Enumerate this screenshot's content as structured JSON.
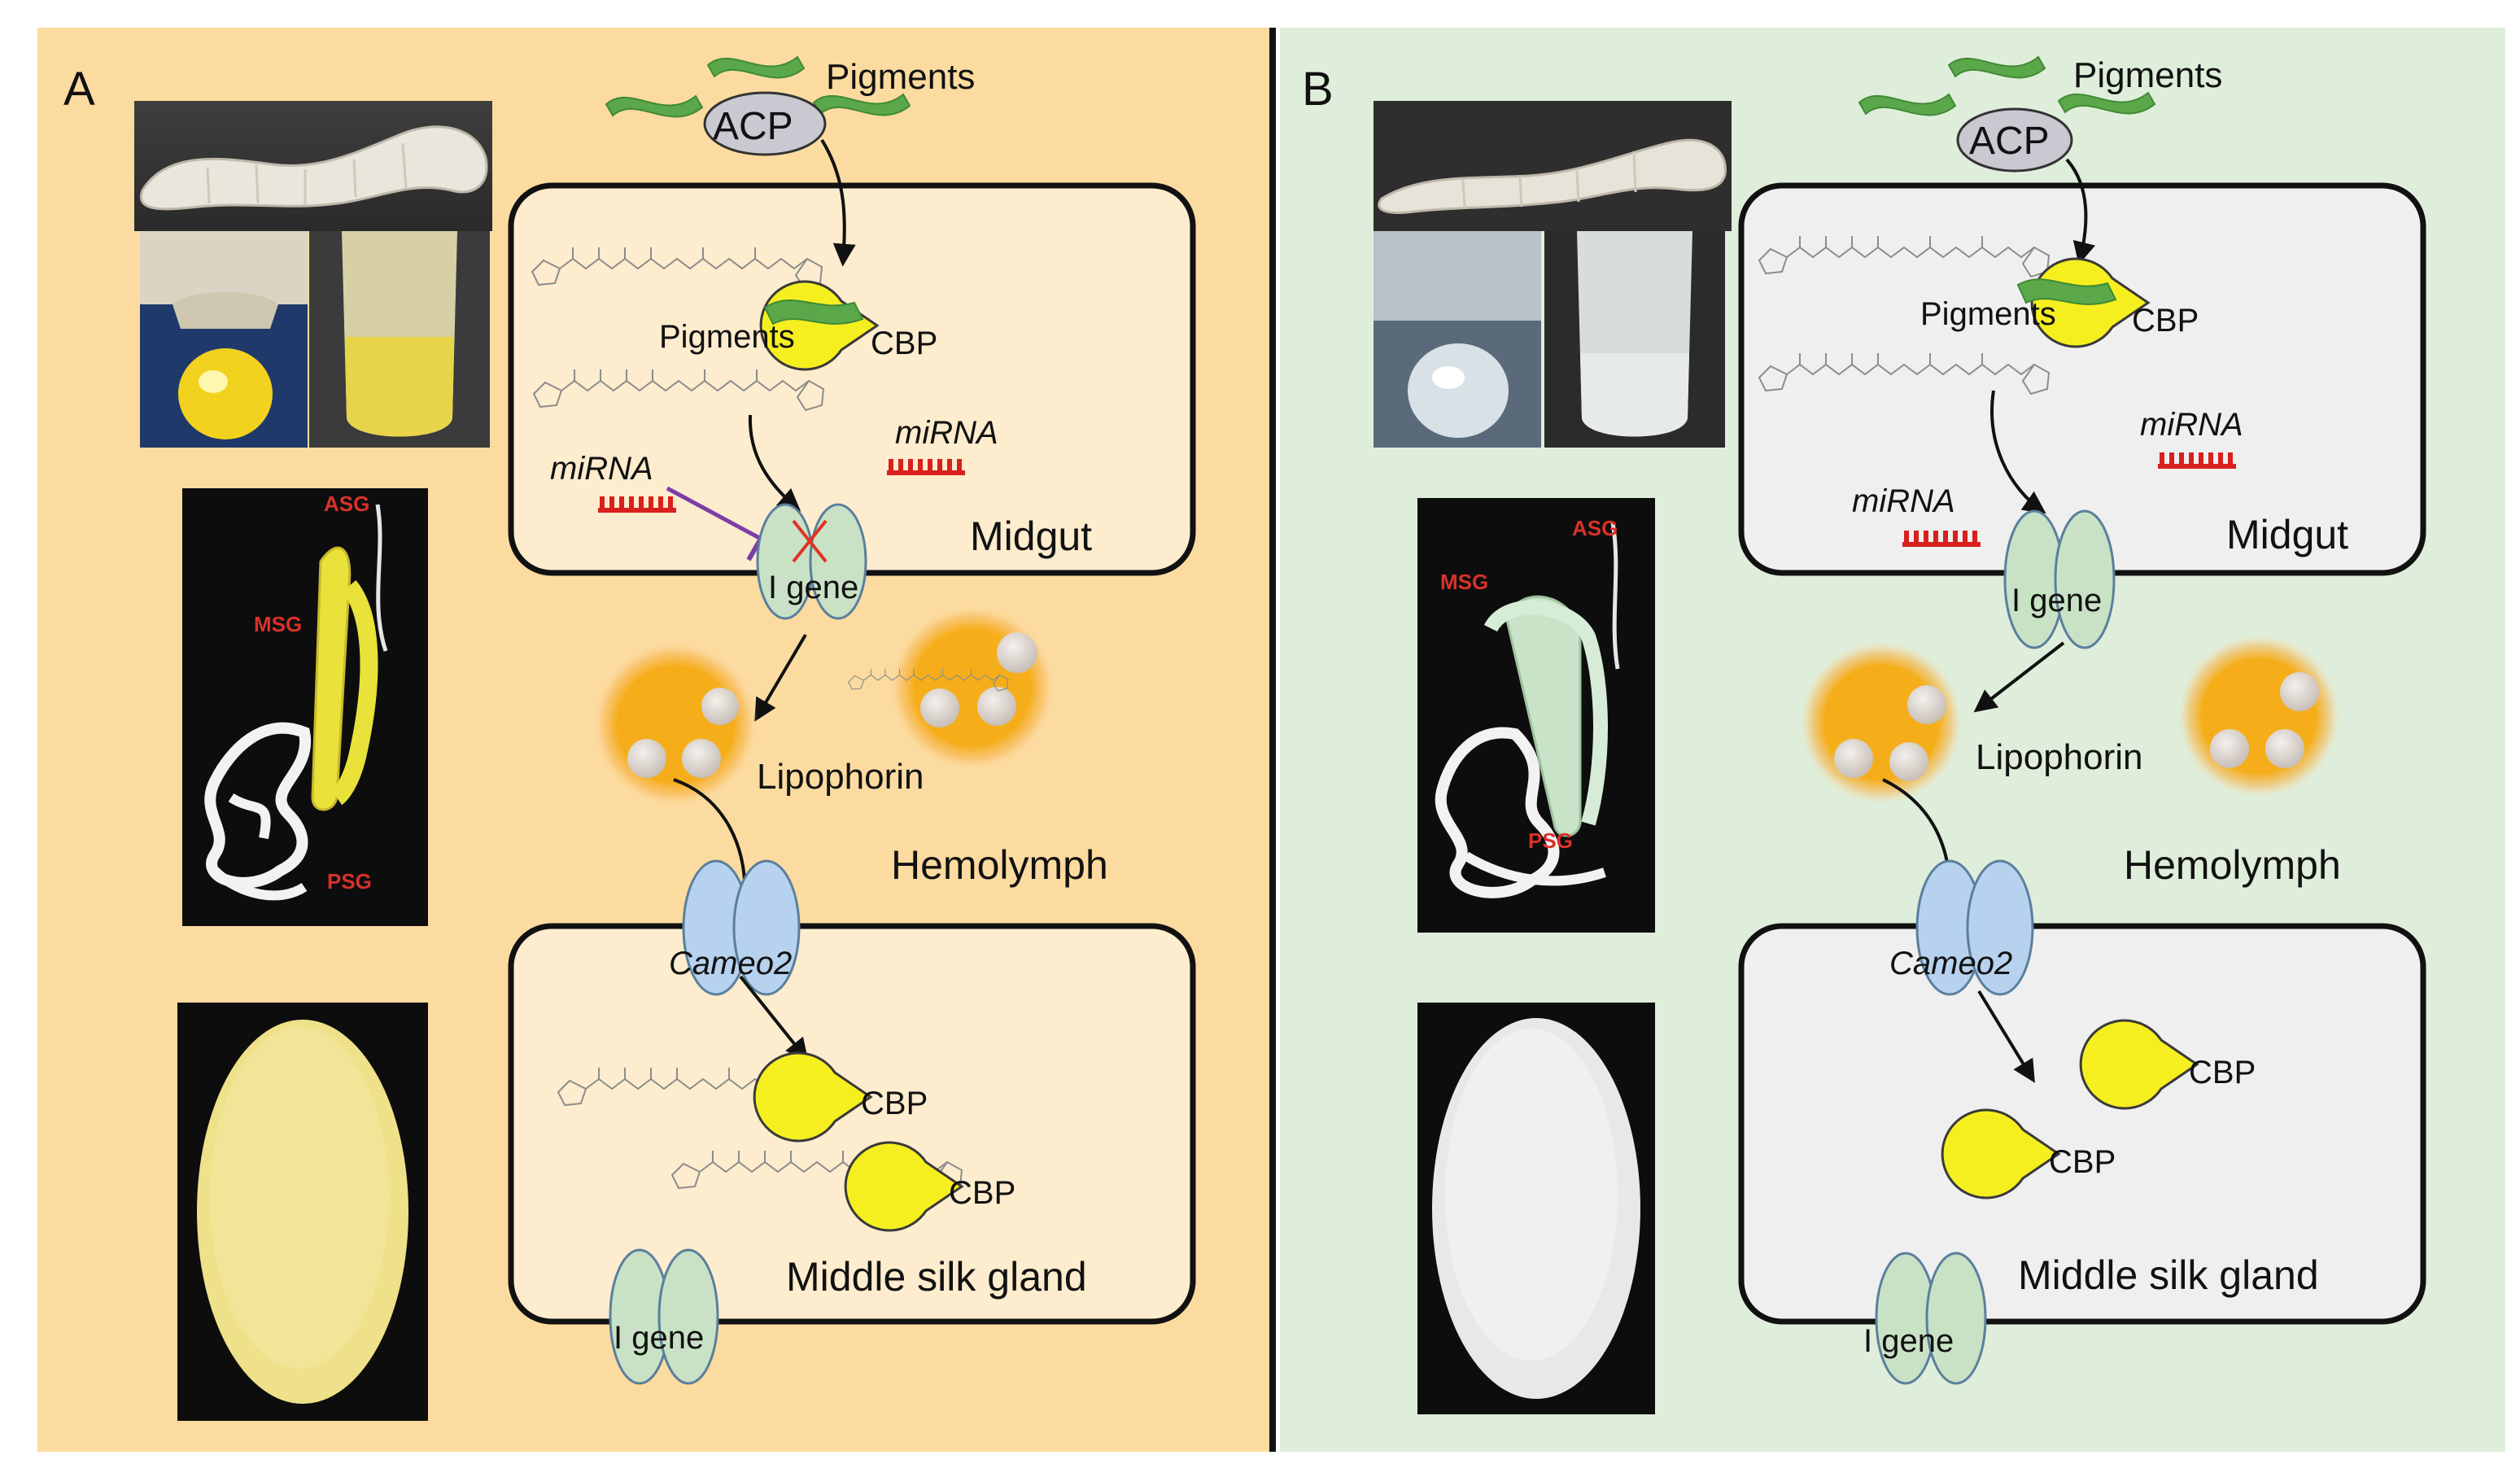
{
  "panel_a": {
    "letter": "A",
    "pigments_top": "Pigments",
    "acp": "ACP",
    "pigments_midgut": "Pigments",
    "cbp_midgut": "CBP",
    "mirna_right": "miRNA",
    "mirna_left": "miRNA",
    "midgut": "Midgut",
    "i_gene_midgut": "I gene",
    "lipophorin": "Lipophorin",
    "hemolymph": "Hemolymph",
    "cameo2": "Cameo2",
    "cbp_silk_1": "CBP",
    "cbp_silk_2": "CBP",
    "middle_silk_gland": "Middle silk gland",
    "i_gene_silk": "I gene",
    "gland_labels": {
      "asg": "ASG",
      "msg": "MSG",
      "psg": "PSG"
    }
  },
  "panel_b": {
    "letter": "B",
    "pigments_top": "Pigments",
    "acp": "ACP",
    "pigments_midgut": "Pigments",
    "cbp_midgut": "CBP",
    "mirna_right": "miRNA",
    "mirna_left": "miRNA",
    "midgut": "Midgut",
    "i_gene_midgut": "I gene",
    "lipophorin": "Lipophorin",
    "hemolymph": "Hemolymph",
    "cameo2": "Cameo2",
    "cbp_silk_1": "CBP",
    "cbp_silk_2": "CBP",
    "middle_silk_gland": "Middle silk gland",
    "i_gene_silk": "I gene",
    "gland_labels": {
      "asg": "ASG",
      "msg": "MSG",
      "psg": "PSG"
    }
  },
  "colors": {
    "panel_a_bg": "#fcdba0",
    "panel_b_bg": "#dfeeda",
    "cell_a_fill": "#fdeccd",
    "cell_b_fill": "#efefef",
    "pigment_green": "#5aa84a",
    "cbp_yellow": "#f6ef1f",
    "lipophorin_orange": "#f5ae1a",
    "channel_green": "#c9e2c5",
    "channel_blue": "#b7d2ee",
    "mirna_red": "#d8201c",
    "inhibit_purple": "#7b3fa6",
    "divider": "#111111"
  }
}
